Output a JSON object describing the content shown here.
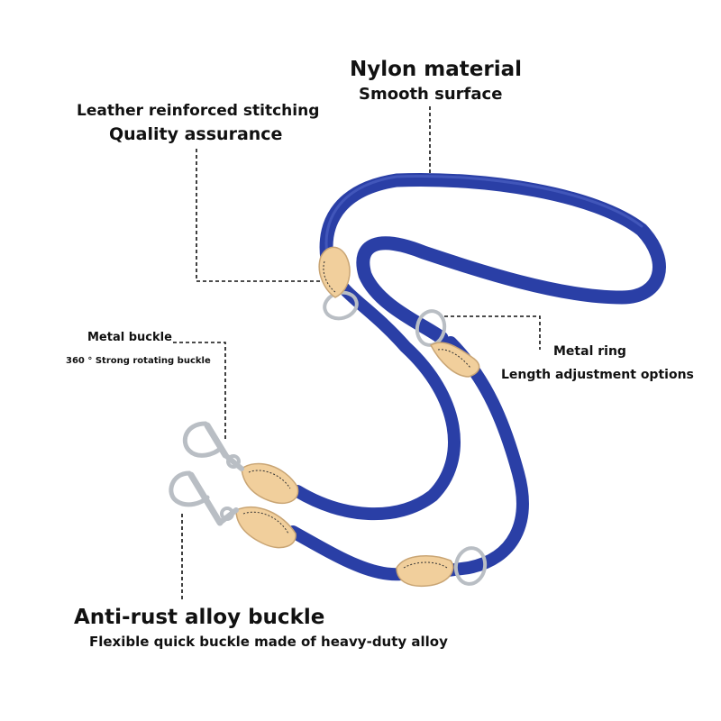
{
  "callouts": {
    "nylon": {
      "title": "Nylon material",
      "subtitle": "Smooth surface"
    },
    "leather": {
      "title": "Leather reinforced stitching",
      "subtitle": "Quality assurance"
    },
    "metal_buckle": {
      "title": "Metal buckle",
      "subtitle": "360 ° Strong rotating buckle"
    },
    "metal_ring": {
      "title": "Metal ring",
      "subtitle": "Length adjustment options"
    },
    "alloy_buckle": {
      "title": "Anti-rust alloy buckle",
      "subtitle": "Flexible quick buckle made of heavy-duty alloy"
    }
  },
  "colors": {
    "rope": "#2a3fa6",
    "leather": "#f1cf9c",
    "metal": "#b9bec4",
    "leader_line": "#111111"
  }
}
